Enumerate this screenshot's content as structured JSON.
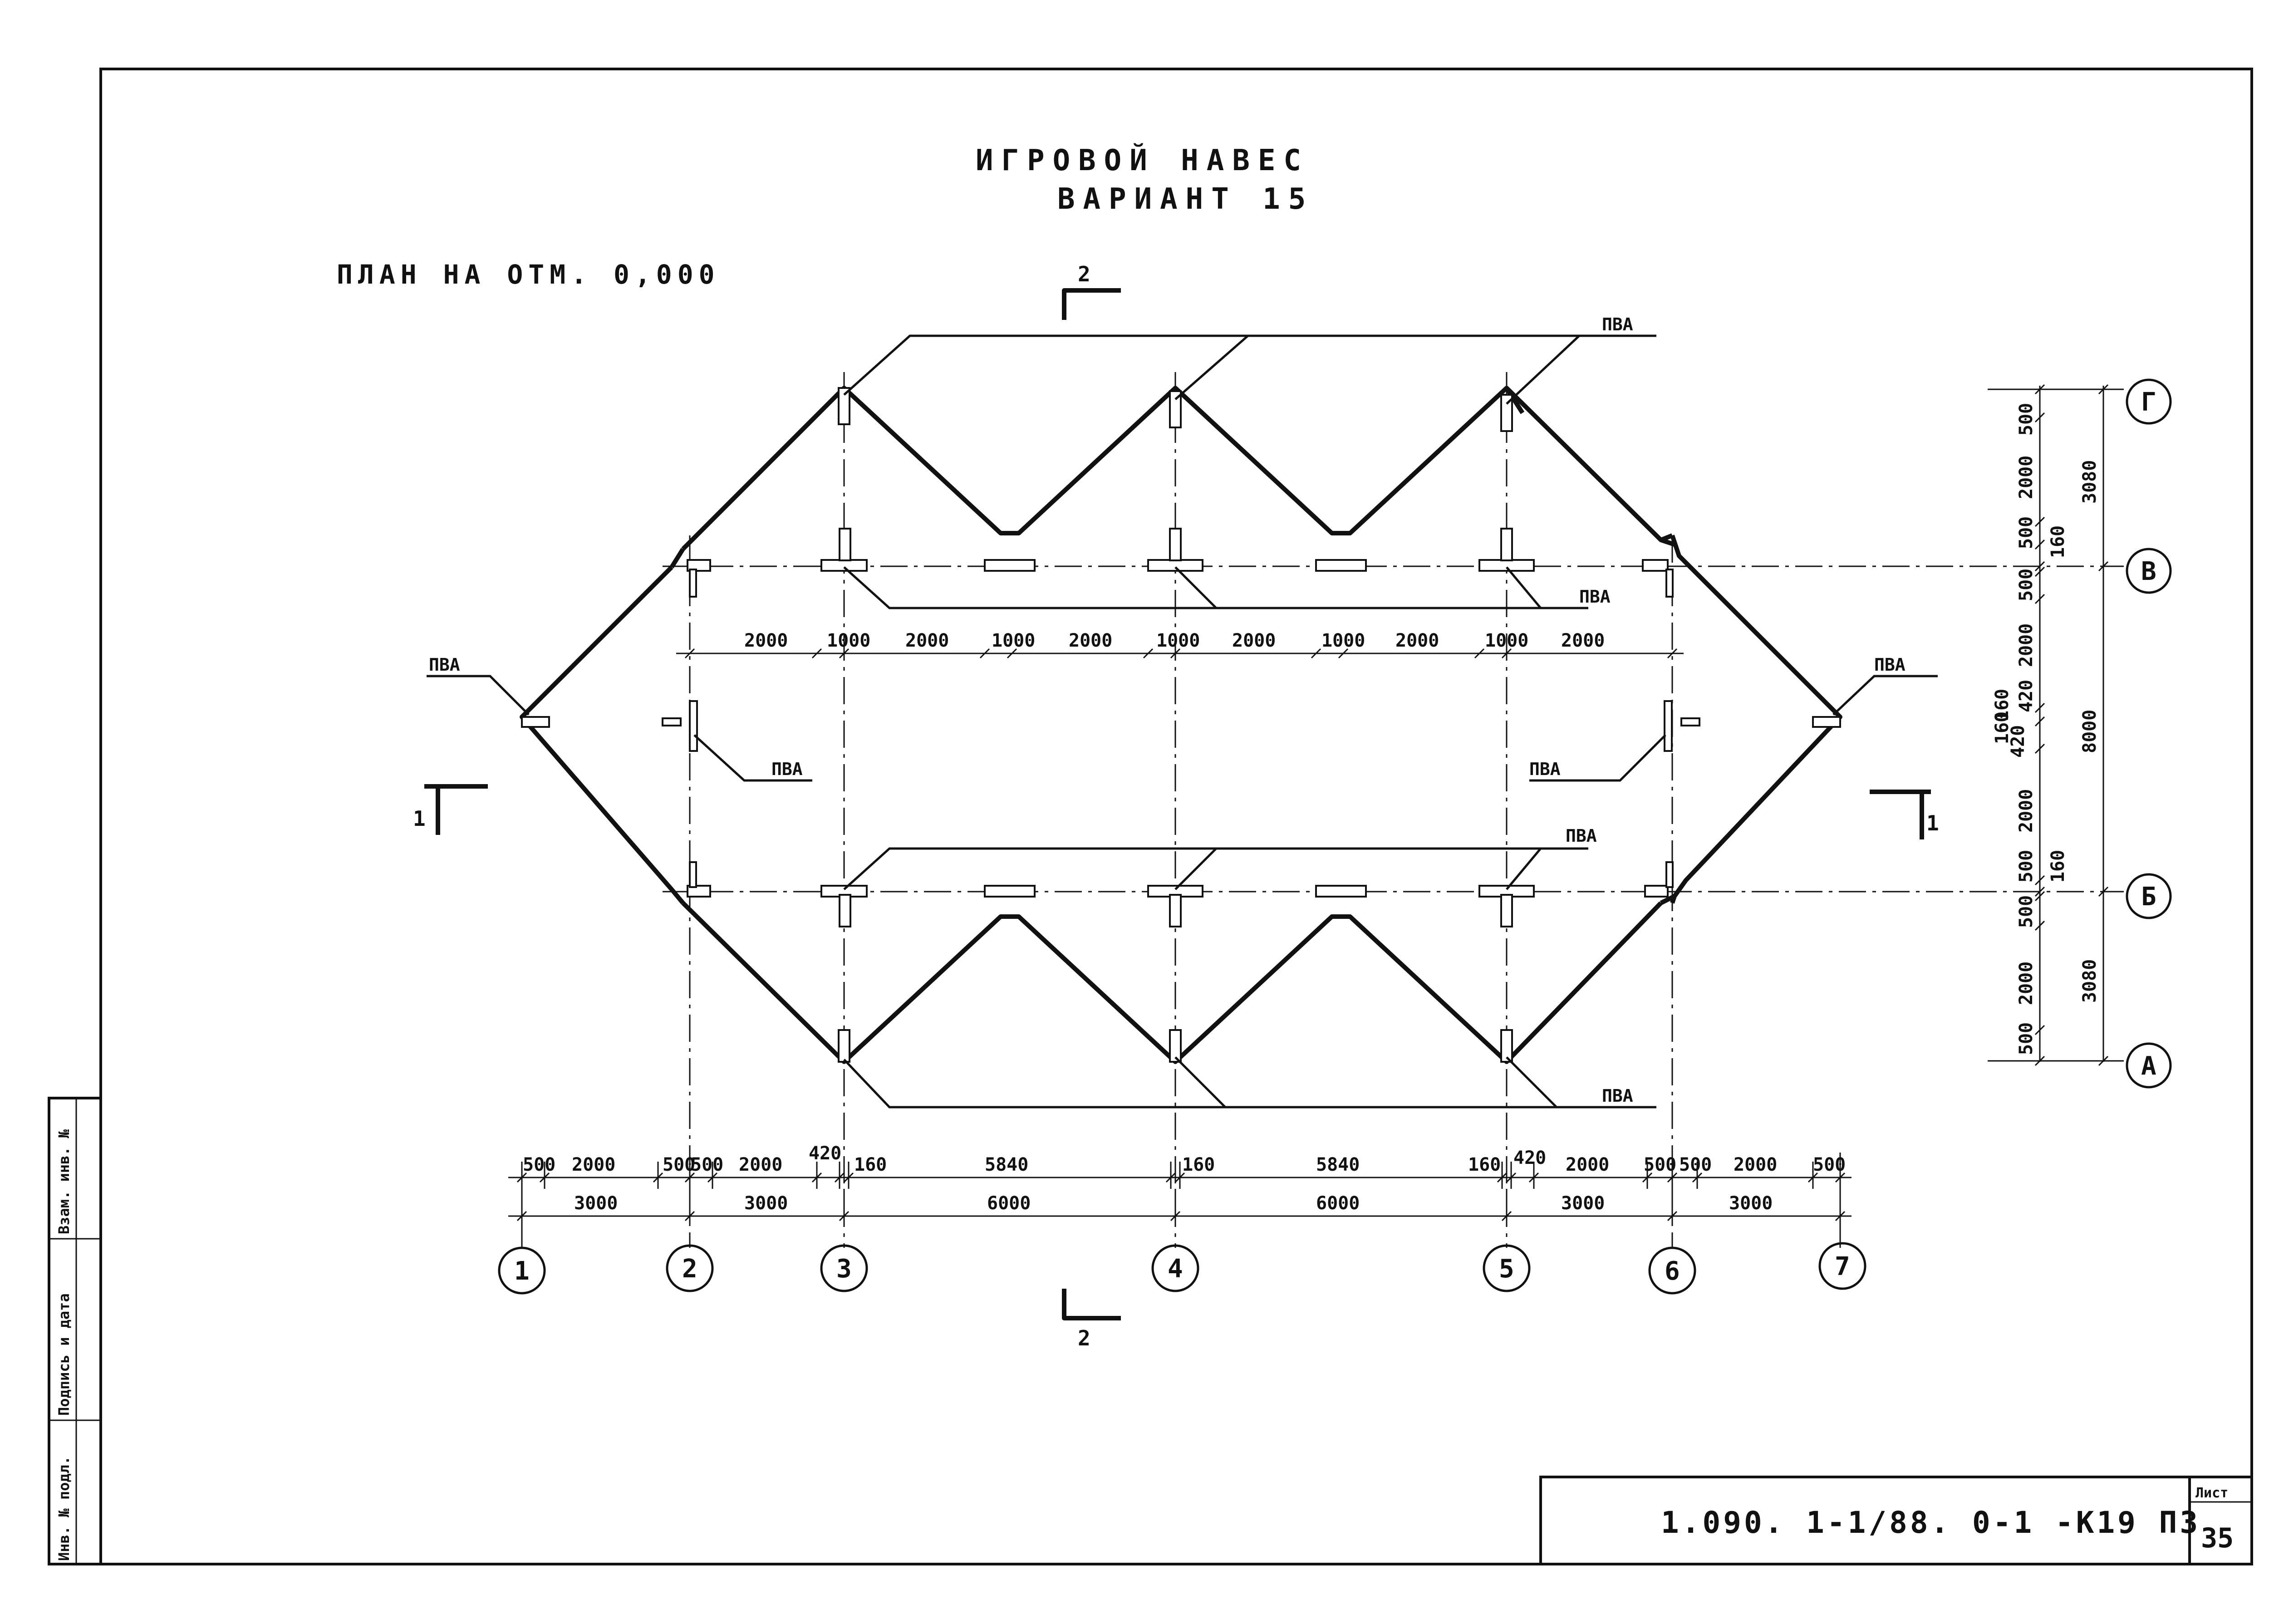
{
  "drawing": {
    "title_line1": "ИГРОВОЙ НАВЕС",
    "title_line2": "ВАРИАНТ 15",
    "plan_label": "ПЛАН НА ОТМ. 0,000",
    "element_label": "ПВА",
    "section_marks": {
      "section_1": "1",
      "section_2": "2"
    }
  },
  "axes": {
    "columns": [
      "1",
      "2",
      "3",
      "4",
      "5",
      "6",
      "7"
    ],
    "rows": [
      "Г",
      "В",
      "Б",
      "А"
    ]
  },
  "dimensions": {
    "bottom_row1": [
      "500",
      "2000",
      "500",
      "500",
      "2000",
      "420",
      "160",
      "5840",
      "160",
      "5840",
      "160",
      "420",
      "2000",
      "500",
      "500",
      "2000",
      "500"
    ],
    "bottom_row2": [
      "3000",
      "3000",
      "6000",
      "6000",
      "3000",
      "3000"
    ],
    "top_inner": [
      "2000",
      "1000",
      "2000",
      "1000",
      "2000",
      "1000",
      "2000",
      "1000",
      "2000",
      "1000",
      "2000"
    ],
    "right_row1": [
      "500",
      "2000",
      "500",
      "160",
      "500",
      "2000",
      "160",
      "420",
      "420",
      "160",
      "2000",
      "500",
      "160",
      "500",
      "2000",
      "500"
    ],
    "right_row2": [
      "3080",
      "8000",
      "3080"
    ]
  },
  "stamp": {
    "cells": [
      "Инв. № подл.",
      "Подпись и дата",
      "Взам. инв. №"
    ]
  },
  "title_block": {
    "code": "1.090. 1-1/88. 0-1 -К19 ПЗ",
    "sheet_label": "Лист",
    "sheet_number": "35"
  }
}
